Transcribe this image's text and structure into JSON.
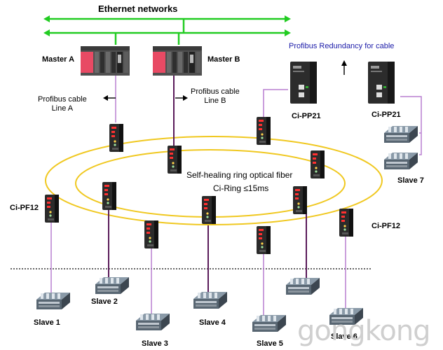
{
  "title": "Ethernet networks",
  "masters": {
    "a": "Master A",
    "b": "Master B"
  },
  "cables": {
    "a": "Profibus cable\nLine A",
    "b": "Profibus cable\nLine B"
  },
  "redundancy": "Profibus Redundancy for cable",
  "devices": {
    "pp21_left": "Ci-PP21",
    "pp21_right": "Ci-PP21",
    "pf12_left": "Ci-PF12",
    "pf12_right": "Ci-PF12"
  },
  "ring": {
    "line1": "Self-healing ring optical fiber",
    "line2": "Ci-Ring ≤15ms"
  },
  "slaves": [
    "Slave 1",
    "Slave 2",
    "Slave 3",
    "Slave 4",
    "Slave 5",
    "Slave 6",
    "Slave 7"
  ],
  "watermark": "gongkong",
  "colors": {
    "ethernet": "#22cc22",
    "ring": "#f0c820",
    "profibus": "#b87fd0",
    "cable_dark": "#5a1b5a"
  }
}
